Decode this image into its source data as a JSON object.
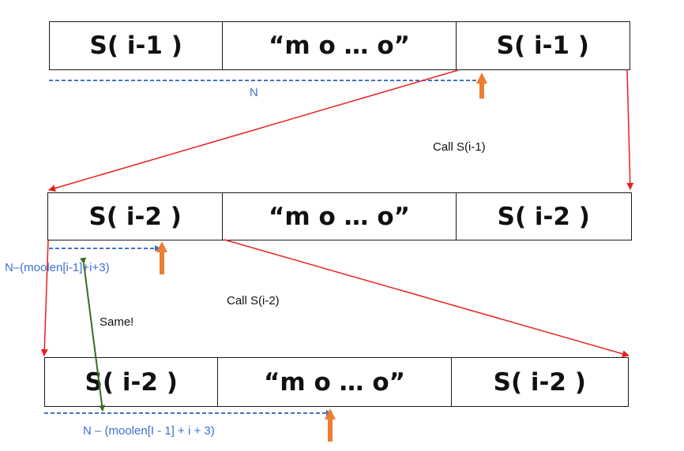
{
  "rows": [
    {
      "cells": [
        "S( i-1 )",
        "“m o … o”",
        "S( i-1 )"
      ]
    },
    {
      "cells": [
        "S( i-2 )",
        "“m o … o”",
        "S( i-2 )"
      ]
    },
    {
      "cells": [
        "S( i-2 )",
        "“m o … o”",
        "S( i-2 )"
      ]
    }
  ],
  "labels": {
    "n": "N",
    "call_1": "Call S(i-1)",
    "call_2": "Call S(i-2)",
    "offset_2": "N–(moolen[i-1]+i+3)",
    "same": "Same!",
    "offset_3": "N – (moolen[I - 1] + i + 3)"
  },
  "colors": {
    "pointer_arrow": "#ed7d31",
    "offset_line": "#4472c4",
    "call_line": "#e8201c",
    "same_line": "#3a6a1f"
  }
}
